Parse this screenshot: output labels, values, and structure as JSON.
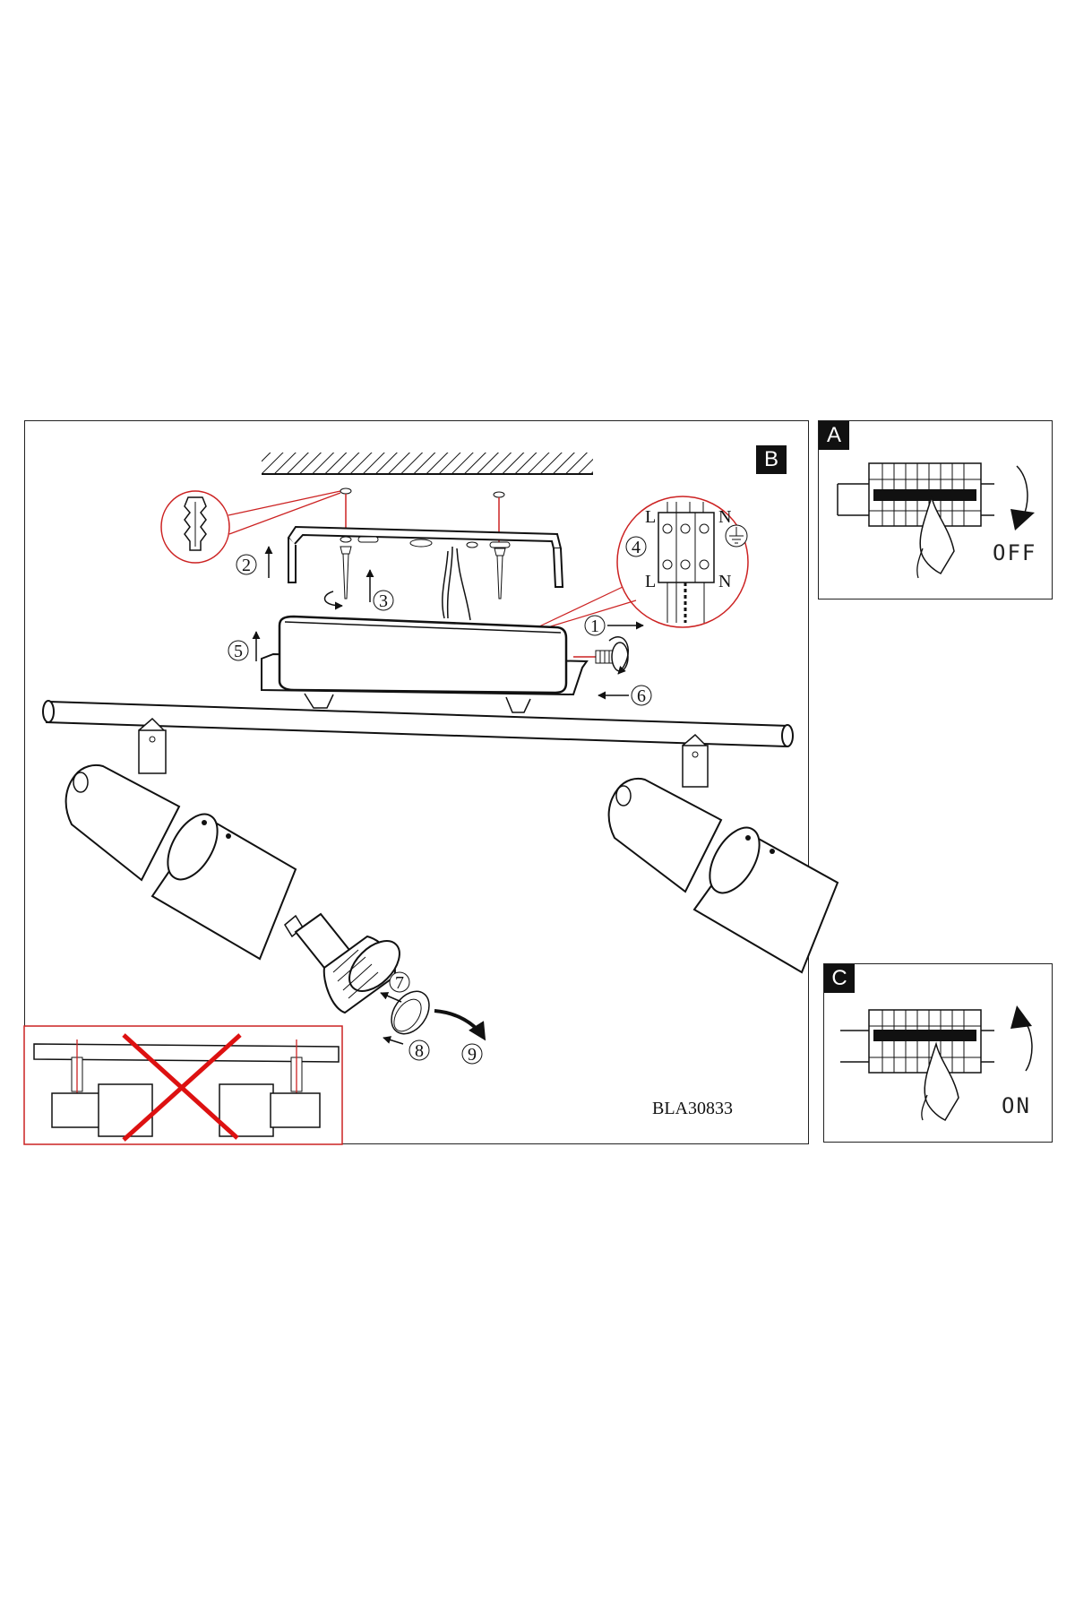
{
  "panels": {
    "a": {
      "tag": "A",
      "switch_label": "OFF"
    },
    "b": {
      "tag": "B",
      "model_code": "BLA30833"
    },
    "c": {
      "tag": "C",
      "switch_label": "ON"
    }
  },
  "steps": [
    "1",
    "2",
    "3",
    "4",
    "5",
    "6",
    "7",
    "8",
    "9"
  ],
  "terminal_labels": {
    "live_top": "L",
    "neutral_top": "N",
    "live_bottom": "L",
    "neutral_bottom": "N"
  },
  "colors": {
    "line": "#111111",
    "highlight": "#cc2222",
    "cross": "#dd1111"
  },
  "icons": [
    "ground-icon",
    "rotate-arrow-icon",
    "hand-icon",
    "circuit-breaker-icon"
  ]
}
